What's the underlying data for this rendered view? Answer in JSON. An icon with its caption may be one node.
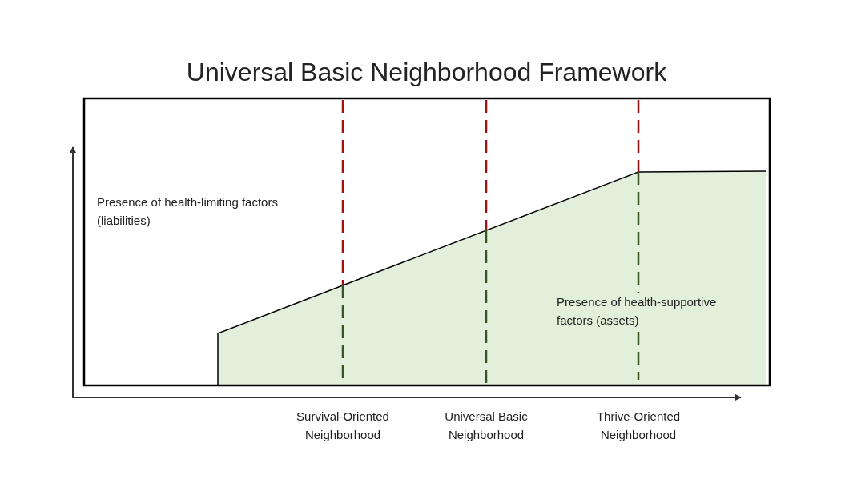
{
  "diagram": {
    "title": "Universal Basic Neighborhood Framework",
    "labels": [
      "Presence of health-limiting factors (liabilities)",
      "Presence of health-supportive factors (assets)",
      "Survival-Oriented Neighborhood",
      "Universal Basic Neighborhood",
      "Thrive-Oriented Neighborhood"
    ]
  }
}
